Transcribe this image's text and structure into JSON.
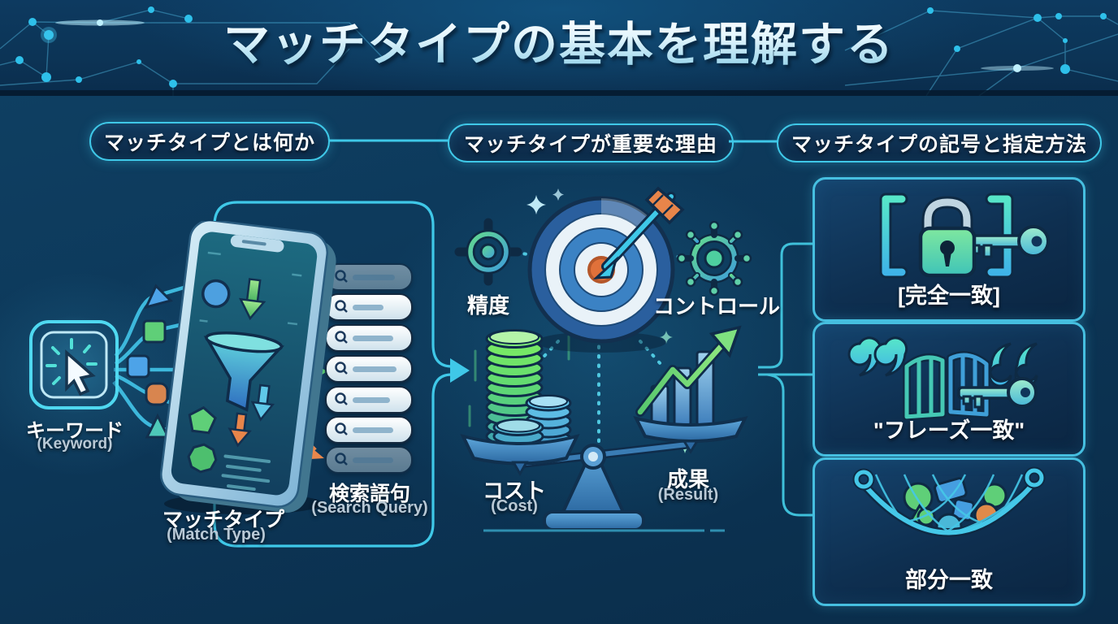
{
  "title": "マッチタイプの基本を理解する",
  "section_headers": {
    "what": "マッチタイプとは何か",
    "why": "マッチタイプが重要な理由",
    "how": "マッチタイプの記号と指定方法"
  },
  "flow": {
    "keyword": {
      "label": "キーワード",
      "sub": "(Keyword)"
    },
    "match_type": {
      "label": "マッチタイプ",
      "sub": "(Match Type)"
    },
    "search_query": {
      "label": "検索語句",
      "sub": "(Search Query)"
    }
  },
  "importance": {
    "precision": "精度",
    "control": "コントロール",
    "cost": {
      "label": "コスト",
      "sub": "(Cost)"
    },
    "result": {
      "label": "成果",
      "sub": "(Result)"
    }
  },
  "match_types": [
    {
      "label": "[完全一致]",
      "icon": "bracket-lock-key-icon"
    },
    {
      "label": "\"フレーズ一致\"",
      "icon": "quote-gate-key-icon"
    },
    {
      "label": "部分一致",
      "icon": "net-catch-icon"
    }
  ],
  "icons": {
    "left": [
      "click-cursor-icon",
      "funnel-phone-icon",
      "search-bar-icon"
    ],
    "middle": [
      "crosshair-icon",
      "target-arrow-icon",
      "control-dial-icon",
      "coins-icon",
      "growth-chart-icon",
      "balance-scale-icon"
    ]
  },
  "colors": {
    "accent_cyan": "#3fc8e8",
    "accent_green": "#6ade7d",
    "accent_blue": "#4da3e8",
    "accent_orange": "#e8854a",
    "bg_dark": "#0a2c49",
    "panel_border": "#46bfe0",
    "title_text": "#e2f5fd"
  }
}
